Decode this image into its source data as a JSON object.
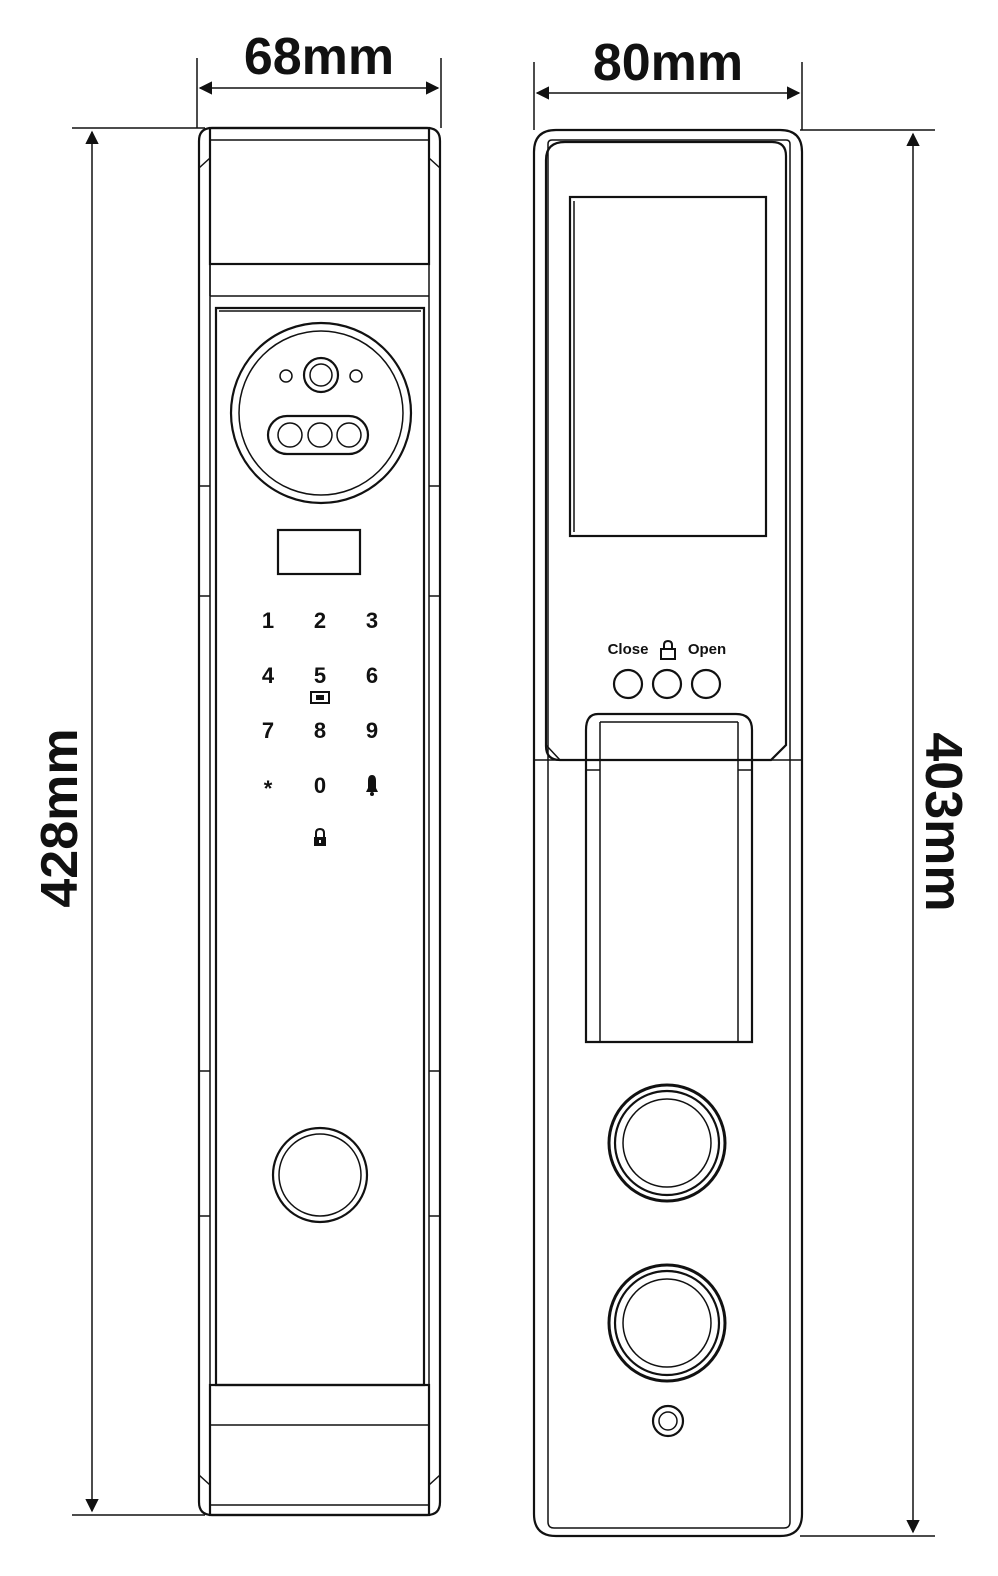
{
  "dimensions": {
    "front_width": "68mm",
    "back_width": "80mm",
    "front_height": "428mm",
    "back_height": "403mm"
  },
  "keypad": {
    "keys": [
      "1",
      "2",
      "3",
      "4",
      "5",
      "6",
      "7",
      "8",
      "9",
      "*",
      "0",
      ""
    ]
  },
  "back_buttons": {
    "close_label": "Close",
    "open_label": "Open"
  }
}
